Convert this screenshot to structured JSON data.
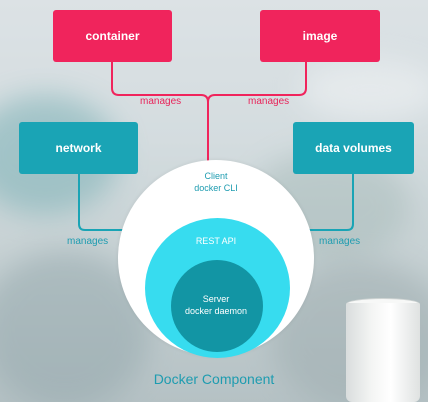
{
  "diagram": {
    "nodes": {
      "container": "container",
      "image": "image",
      "network": "network",
      "data_volumes": "data volumes"
    },
    "edge_labels": {
      "container": "manages",
      "image": "manages",
      "network": "manages",
      "data_volumes": "manages"
    },
    "circles": {
      "client_line1": "Client",
      "client_line2": "docker CLI",
      "rest_api": "REST API",
      "server_line1": "Server",
      "server_line2": "docker daemon"
    },
    "caption": "Docker Component"
  },
  "colors": {
    "pink": "#f0245c",
    "teal": "#1aa4b5",
    "light_cyan": "#37dcef",
    "dark_teal": "#1295a4"
  }
}
